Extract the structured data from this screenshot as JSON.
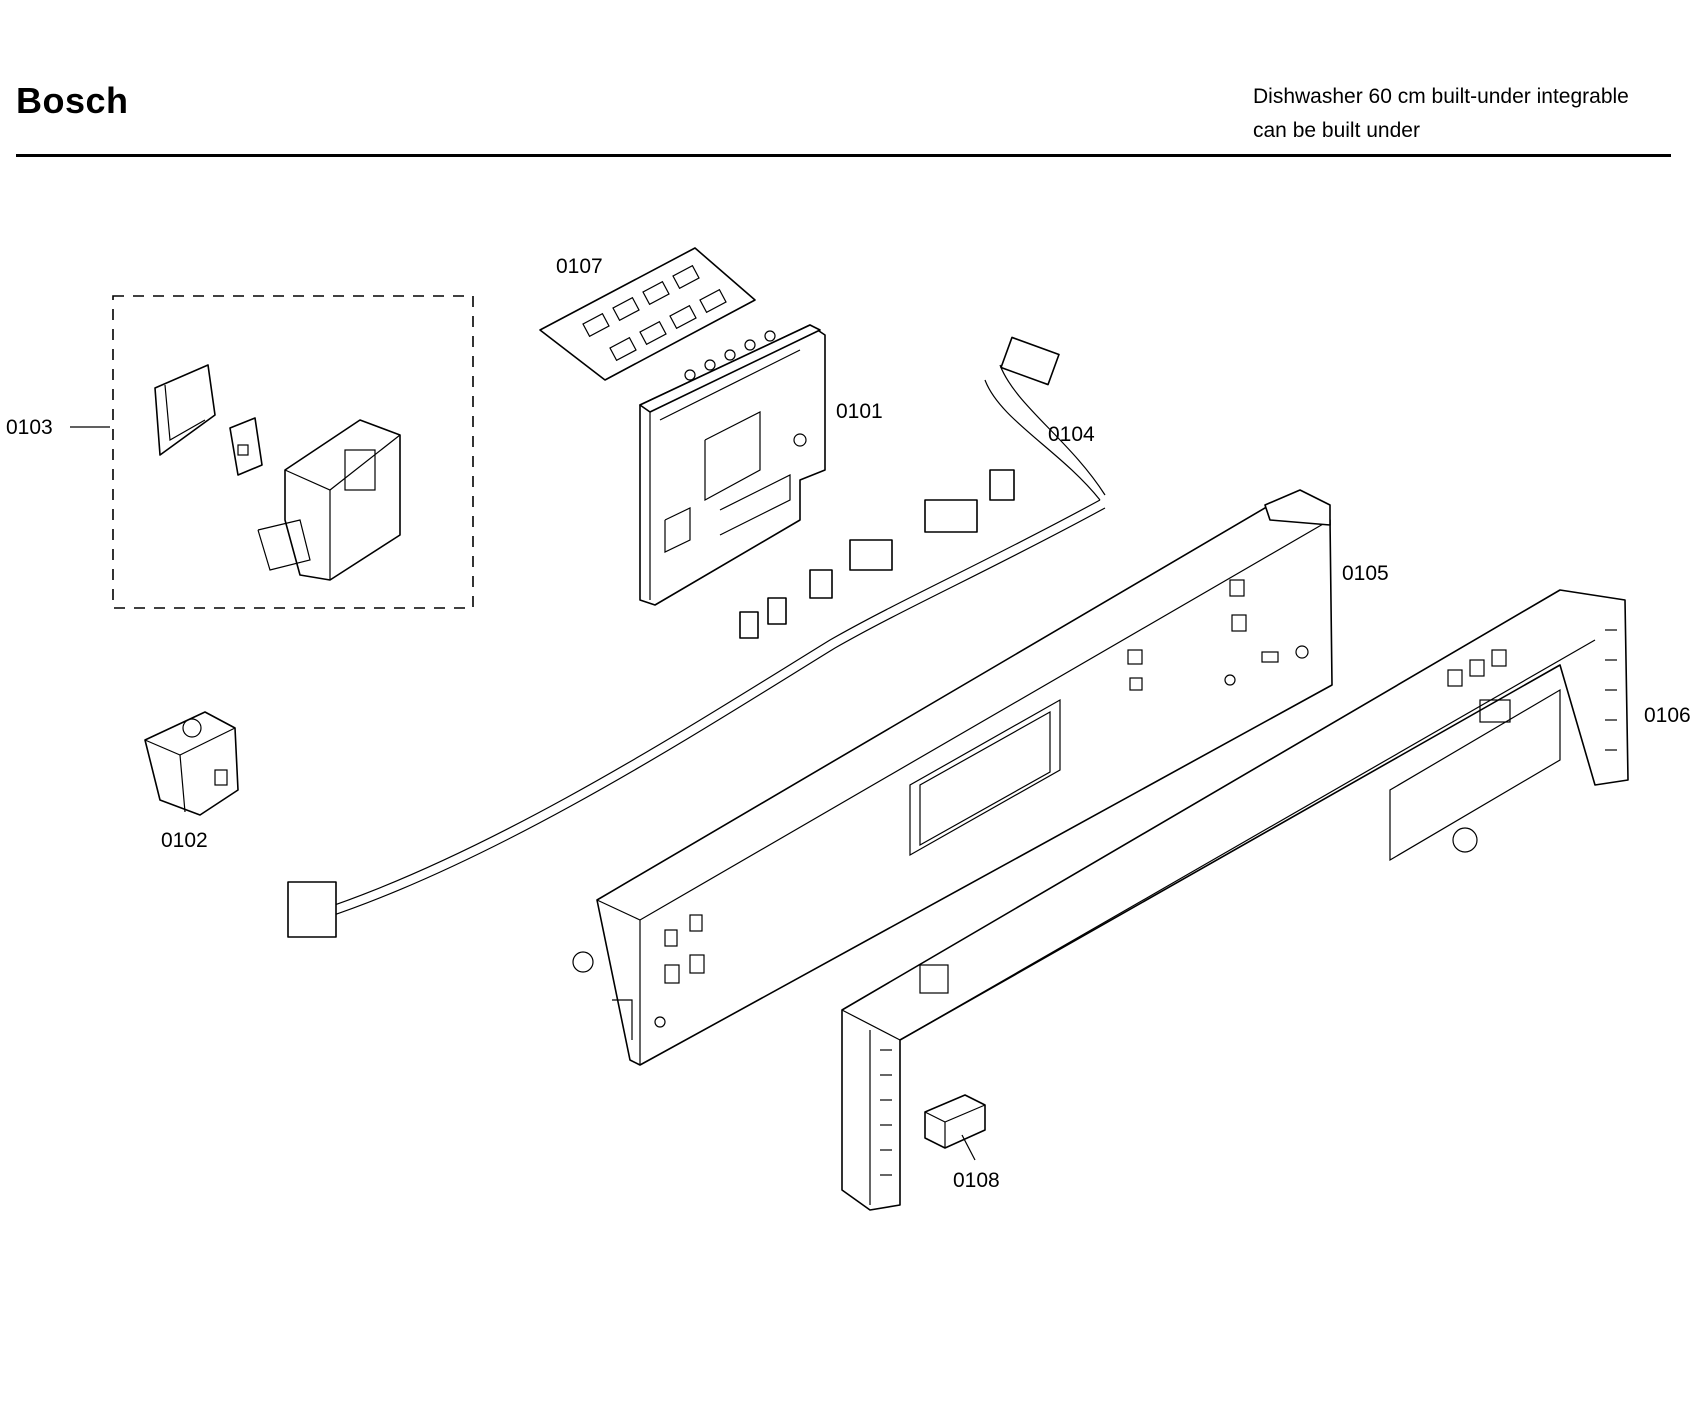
{
  "header": {
    "brand": "Bosch",
    "subtitle_line1": "Dishwasher 60 cm built-under integrable",
    "subtitle_line2": "can be built under"
  },
  "parts": {
    "p0101": "0101",
    "p0102": "0102",
    "p0103": "0103",
    "p0104": "0104",
    "p0105": "0105",
    "p0106": "0106",
    "p0107": "0107",
    "p0108": "0108"
  }
}
